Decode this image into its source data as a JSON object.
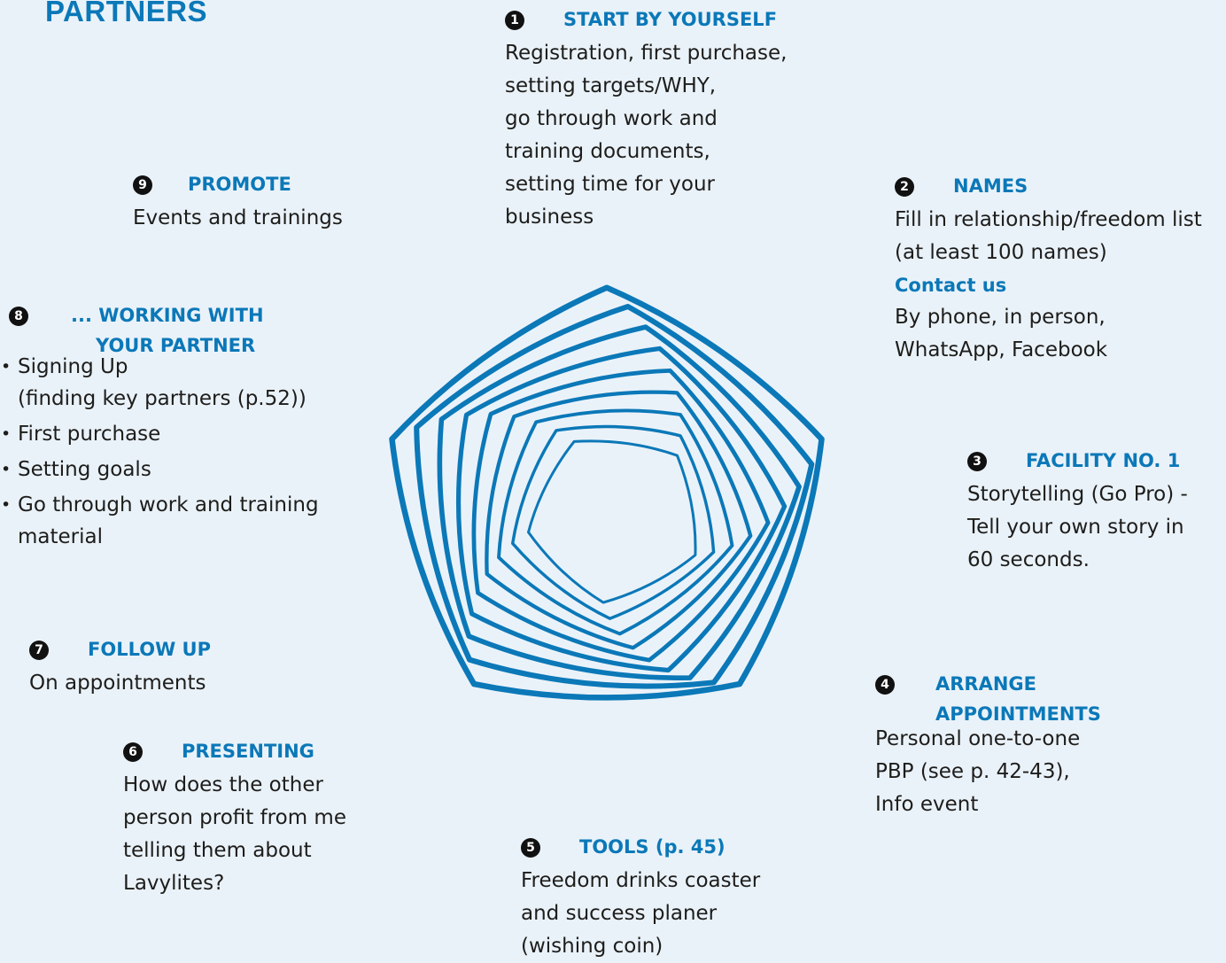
{
  "page": {
    "title": "PARTNERS"
  },
  "colors": {
    "accent": "#0b78b8",
    "background": "#eaf2f9",
    "text": "#1d1d1b"
  },
  "steps": [
    {
      "num": "1",
      "title": "START BY YOURSELF",
      "body": [
        "Registration, first purchase,",
        "setting targets/WHY,",
        "go through work and",
        "training documents,",
        "setting time for your",
        "business"
      ]
    },
    {
      "num": "2",
      "title": "NAMES",
      "body": [
        "Fill in relationship/freedom list",
        "(at least 100 names)"
      ],
      "subtitle": "Contact us",
      "body2": [
        "By phone, in person,",
        "WhatsApp, Facebook"
      ]
    },
    {
      "num": "3",
      "title": "FACILITY NO. 1",
      "body": [
        "Storytelling (Go Pro) -",
        "Tell your own story in",
        "60 seconds."
      ]
    },
    {
      "num": "4",
      "title": [
        "ARRANGE",
        "APPOINTMENTS"
      ],
      "body": [
        "Personal one-to-one",
        "PBP (see p. 42-43),",
        "Info event"
      ]
    },
    {
      "num": "5",
      "title": "TOOLS",
      "title_extra": "(p. 45)",
      "body": [
        "Freedom drinks coaster",
        "and success planer",
        "(wishing coin)"
      ]
    },
    {
      "num": "6",
      "title": "PRESENTING",
      "body": [
        "How does the other",
        "person profit from me",
        "telling them about",
        "Lavylites?"
      ]
    },
    {
      "num": "7",
      "title": "FOLLOW UP",
      "body": [
        "On appointments"
      ]
    },
    {
      "num": "8",
      "title": [
        "... WORKING WITH",
        "YOUR PARTNER"
      ],
      "bullets": [
        [
          "Signing Up",
          "(finding key partners (p.52))"
        ],
        [
          "First purchase"
        ],
        [
          "Setting goals"
        ],
        [
          "Go through work and training",
          "material"
        ]
      ]
    },
    {
      "num": "9",
      "title": "PROMOTE",
      "body": [
        "Events and trainings"
      ]
    }
  ]
}
